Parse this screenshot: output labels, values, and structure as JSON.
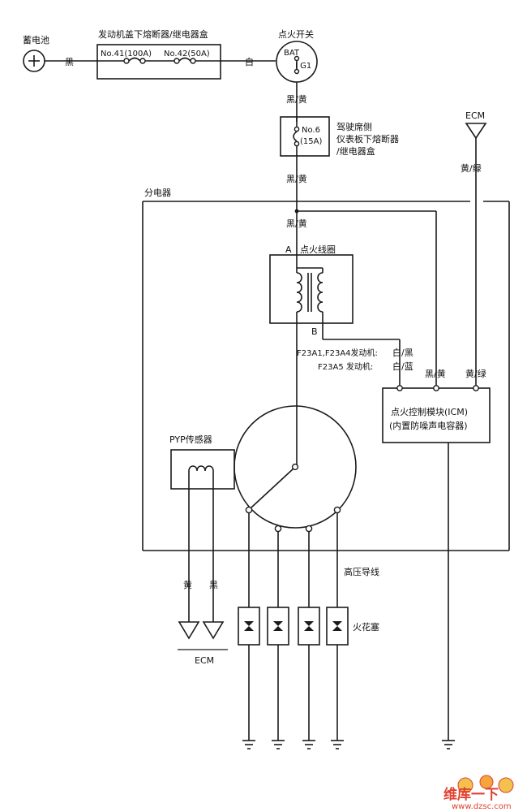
{
  "labels": {
    "battery": "蓄电池",
    "fuse_box_engine": "发动机盖下熔断器/继电器盒",
    "fuse_41": "No.41(100A)",
    "fuse_42": "No.42(50A)",
    "ignition_switch": "点火开关",
    "bat": "BAT",
    "ig1": "I G1",
    "wire_black": "黑",
    "wire_white": "白",
    "wire_black_yellow_1": "黑/黄",
    "fuse_6": "No.6",
    "fuse_6_rating": "(15A)",
    "dash_fuse_line1": "驾驶席侧",
    "dash_fuse_line2": "仪表板下熔断器",
    "dash_fuse_line3": "/继电器盒",
    "wire_black_yellow_2": "黑/黄",
    "distributor": "分电器",
    "ecm_top": "ECM",
    "wire_yellow_green": "黄/绿",
    "wire_black_yellow_3": "黑/黄",
    "terminal_a": "A",
    "ignition_coil": "点火线圈",
    "terminal_b": "B",
    "engine_f23a1": "F23A1,F23A4发动机:",
    "wire_white_black": "白/黑",
    "engine_f23a5": "F23A5 发动机:",
    "wire_white_blue": "白/蓝",
    "wire_black_yellow_4": "黑/黄",
    "wire_yellow_green_2": "黄/绿",
    "icm_line1": "点火控制模块(ICM)",
    "icm_line2": "(内置防噪声电容器)",
    "pyp_sensor": "PYP传感器",
    "high_voltage_wire": "高压导线",
    "wire_yellow": "黄",
    "wire_black_2": "黑",
    "spark_plug": "火花塞",
    "ecm_bottom": "ECM"
  },
  "watermark": {
    "brand": "维库一下",
    "url": "www.dzsc.com",
    "color": "#e0412f"
  }
}
